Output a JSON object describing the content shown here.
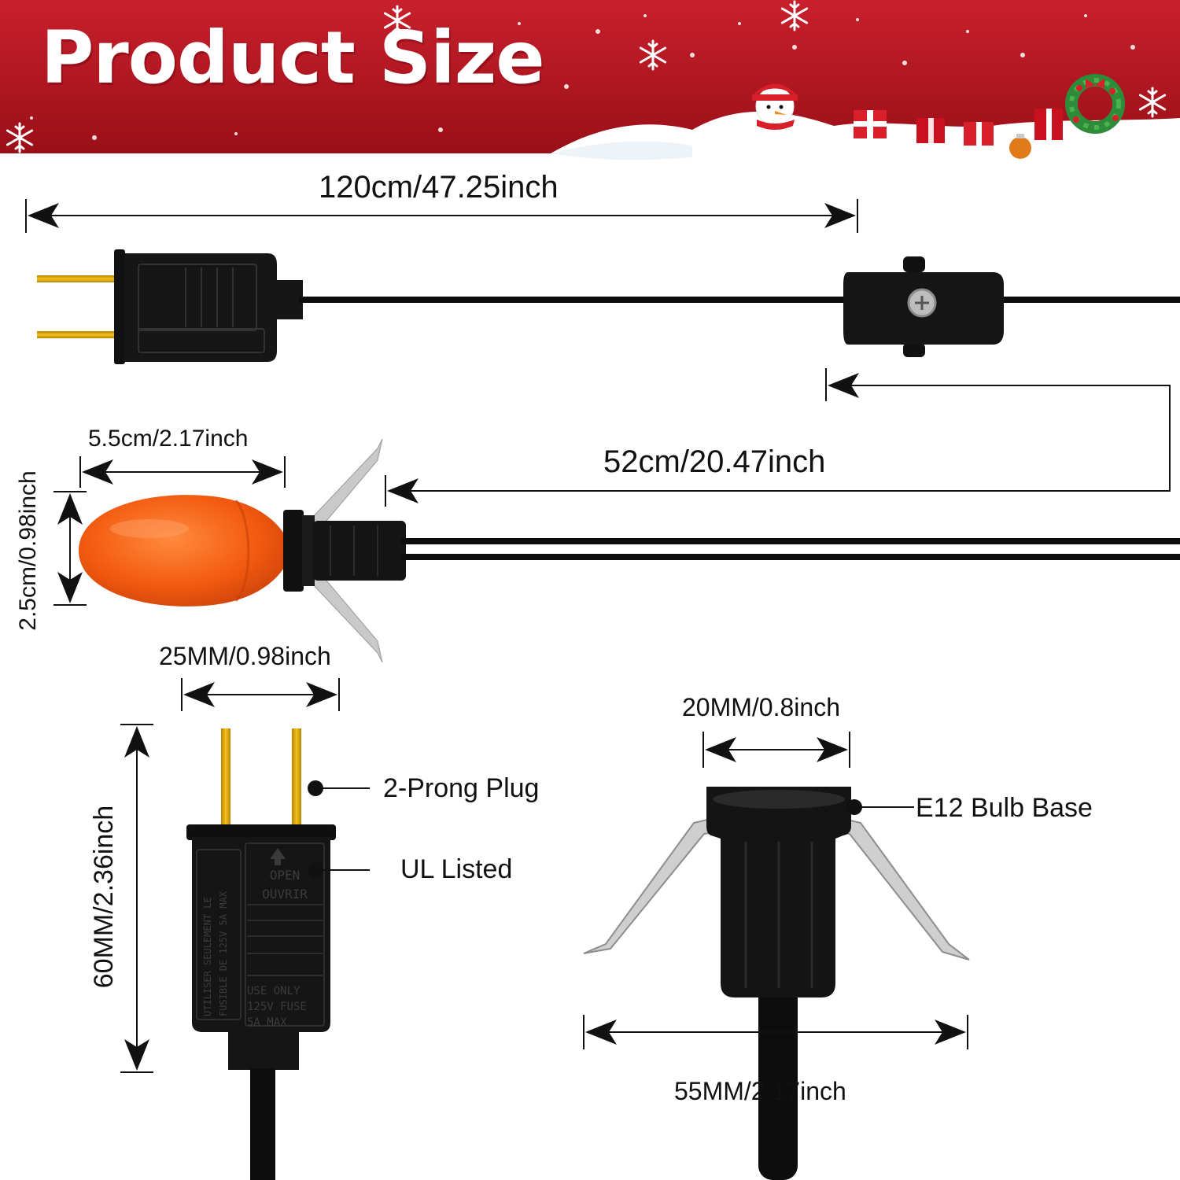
{
  "banner": {
    "title": "Product Size",
    "colors": {
      "red": "#b3121e",
      "snow": "#ffffff"
    }
  },
  "dimensions": {
    "cord_length": "120cm/47.25inch",
    "switch_to_socket": "52cm/20.47inch",
    "bulb_length": "5.5cm/2.17inch",
    "bulb_diameter": "2.5cm/0.98inch",
    "prong_spacing": "25MM/0.98inch",
    "plug_height": "60MM/2.36inch",
    "socket_top_width": "20MM/0.8inch",
    "clip_span": "55MM/2.17inch"
  },
  "callouts": {
    "prong": "2-Prong Plug",
    "ul": "UL Listed",
    "base": "E12 Bulb Base"
  },
  "plug_text": {
    "open_en": "OPEN",
    "open_fr": "OUVRIR",
    "use_only": "USE ONLY",
    "fuse": "125V FUSE",
    "max": "5A MAX",
    "fr_line1": "UTILISER SEULEMENT LE",
    "fr_line2": "FUSIBLE DE 125V 5A MAX"
  },
  "colors": {
    "bulb": "#f25a10",
    "bulb_dark": "#d8430a",
    "prong": "#e0a800",
    "plastic": "#111111",
    "cord": "#0d0d0d"
  }
}
